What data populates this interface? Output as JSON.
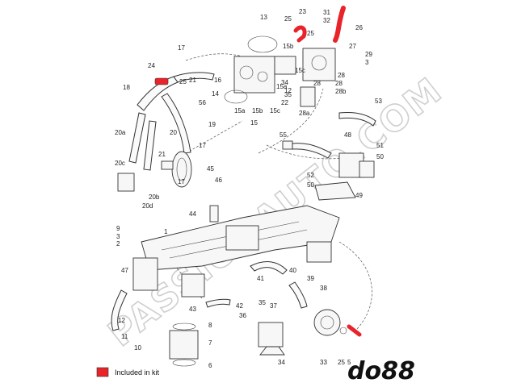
{
  "legend": {
    "label": "Included in kit",
    "kit_color": "#e8242a"
  },
  "brand": {
    "logo_text": "do88"
  },
  "watermark": {
    "text": "PASSIONAUTO.COM"
  },
  "callouts": [
    "13",
    "25",
    "23",
    "31",
    "26",
    "32",
    "25",
    "15b",
    "27",
    "29",
    "3",
    "17",
    "24",
    "28",
    "18",
    "25",
    "21",
    "16",
    "34",
    "15a",
    "28",
    "28",
    "15c",
    "14",
    "56",
    "35",
    "22",
    "12",
    "15",
    "15b",
    "15c",
    "28b",
    "28a",
    "53",
    "15a",
    "20a",
    "20",
    "19",
    "17",
    "55",
    "48",
    "51",
    "50",
    "20c",
    "21",
    "17",
    "45",
    "46",
    "52",
    "50",
    "49",
    "20b",
    "20d",
    "44",
    "9",
    "3",
    "2",
    "1",
    "47",
    "40",
    "41",
    "39",
    "38",
    "43",
    "42",
    "35",
    "37",
    "36",
    "12",
    "8",
    "7",
    "6",
    "33",
    "34",
    "25",
    "11",
    "10",
    "5"
  ]
}
